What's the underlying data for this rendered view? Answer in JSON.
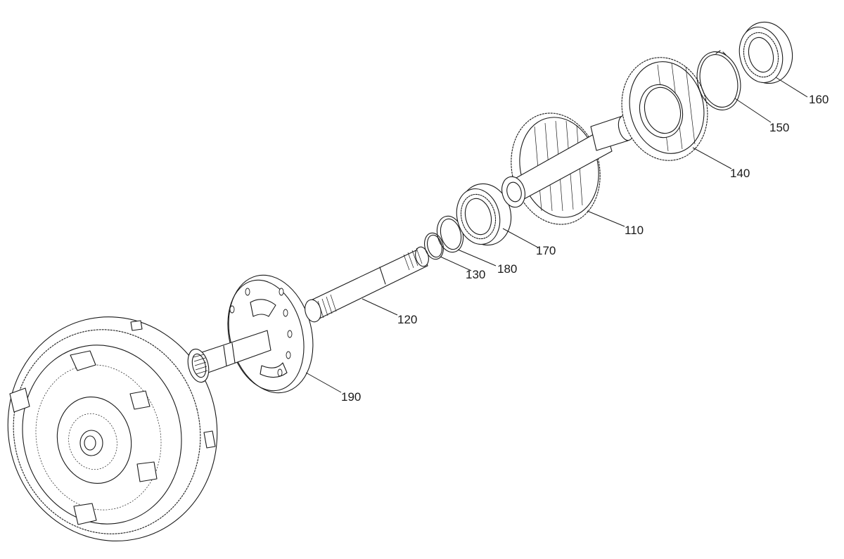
{
  "diagram": {
    "callouts": [
      {
        "id": "160",
        "label": "160"
      },
      {
        "id": "150",
        "label": "150"
      },
      {
        "id": "140",
        "label": "140"
      },
      {
        "id": "110",
        "label": "110"
      },
      {
        "id": "170",
        "label": "170"
      },
      {
        "id": "180",
        "label": "180"
      },
      {
        "id": "130",
        "label": "130"
      },
      {
        "id": "120",
        "label": "120"
      },
      {
        "id": "190",
        "label": "190"
      }
    ]
  }
}
